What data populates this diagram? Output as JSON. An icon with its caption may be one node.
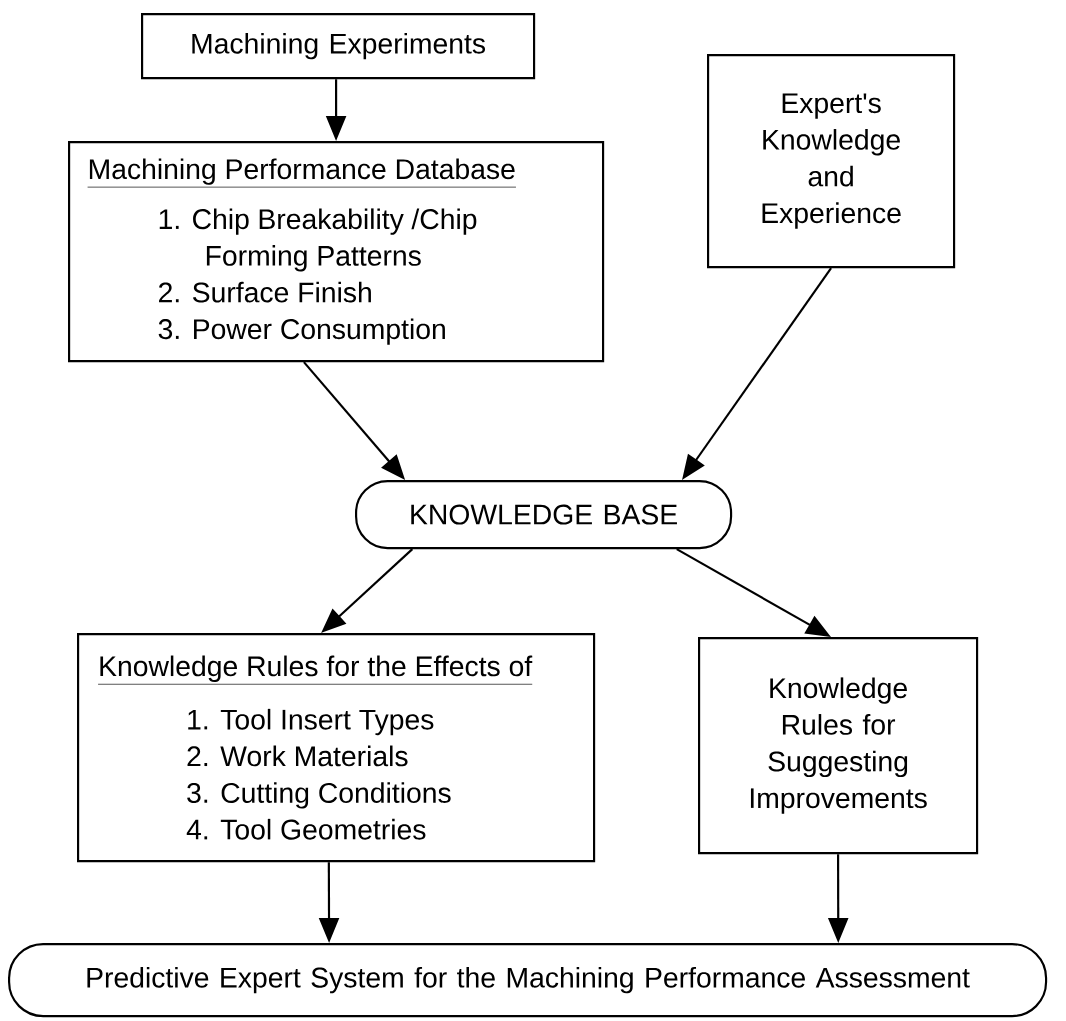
{
  "diagram": {
    "nodes": [
      {
        "text": [
          "Machining Experiments"
        ]
      },
      {
        "text": [
          "Machining Performance Database",
          "1. Chip Breakability /Chip Forming Patterns",
          "2. Surface Finish",
          "3. Power Consumption"
        ]
      },
      {
        "text": [
          "Expert's Knowledge and Experience"
        ]
      },
      {
        "text": [
          "KNOWLEDGE BASE"
        ]
      },
      {
        "text": [
          "Knowledge Rules for the Effects of",
          "1. Tool Insert Types",
          "2. Work Materials",
          "3. Cutting Conditions",
          "4. Tool Geometries"
        ]
      },
      {
        "text": [
          "Knowledge Rules for Suggesting Improvements"
        ]
      },
      {
        "text": [
          "Predictive Expert System for the Machining Performance Assessment"
        ]
      }
    ],
    "edges": [
      {
        "from": 0,
        "to": 1,
        "arrow": "to"
      },
      {
        "from": 1,
        "to": 3,
        "arrow": "to"
      },
      {
        "from": 2,
        "to": 3,
        "arrow": "to"
      },
      {
        "from": 3,
        "to": 4,
        "arrow": "to"
      },
      {
        "from": 3,
        "to": 5,
        "arrow": "to"
      },
      {
        "from": 4,
        "to": 6,
        "arrow": "to"
      },
      {
        "from": 5,
        "to": 6,
        "arrow": "to"
      }
    ]
  }
}
